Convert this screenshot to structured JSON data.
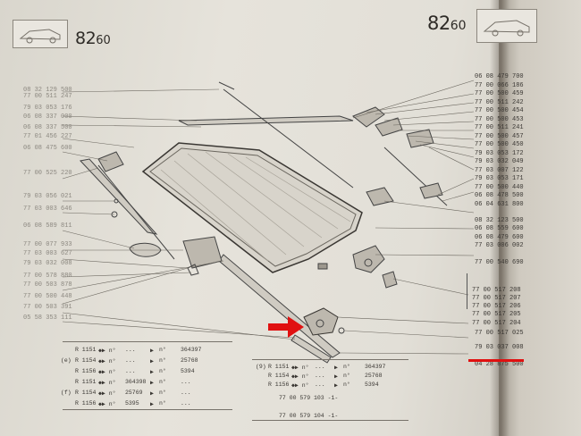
{
  "page": {
    "left_page_number_main": "82",
    "left_page_number_sub": "60",
    "right_page_number_main": "82",
    "right_page_number_sub": "60"
  },
  "left_part_numbers": [
    "06 08 479 700",
    "77 00 066 186",
    "77 00 500 459",
    "77 00 511 242",
    "77 00 500 454",
    "77 00 500 453",
    "77 00 511 241",
    "77 00 500 457",
    "77 00 500 450",
    "79 03 053 172",
    "79 03 032 049",
    "77 03 007 122",
    "79 03 053 171",
    "77 00 500 440",
    "06 08 478 500",
    "06 04 631 800",
    "08 32 123 500",
    "06 08 559 600",
    "06 08 479 600",
    "77 03 006 002",
    "77 00 540 690",
    "77 00 517 208",
    "77 00 517 207",
    "77 00 517 206",
    "77 00 517 205",
    "77 00 517 204",
    "77 00 517 025",
    "79 03 037 008",
    "04 28 875 500"
  ],
  "left_column_part_numbers": [
    "08 32 129 500",
    "77 00 511 247",
    "79 03 053 176",
    "06 08 337 000",
    "06 08 337 500",
    "77 01 456 227",
    "06 08 475 600",
    "77 00 525 220",
    "79 03 056 021",
    "77 03 003 646",
    "06 08 589 811",
    "77 00 077 933",
    "77 03 003 627",
    "79 03 032 008",
    "77 00 578 880",
    "77 00 503 878",
    "77 00 500 448",
    "77 00 503 391",
    "05 58 353 111"
  ],
  "left_table": {
    "rows": [
      {
        "prefix": "",
        "model": "R 1151",
        "sym": "◆▶ n°",
        "dots": "...",
        "arrow": "▶",
        "n": "n°",
        "serial": "364397"
      },
      {
        "prefix": "(e)",
        "model": "R 1154",
        "sym": "◆▶ n°",
        "dots": "...",
        "arrow": "▶",
        "n": "n°",
        "serial": "25768"
      },
      {
        "prefix": "",
        "model": "R 1156",
        "sym": "◆▶ n°",
        "dots": "...",
        "arrow": "▶",
        "n": "n°",
        "serial": "5394"
      },
      {
        "prefix": "",
        "model": "R 1151",
        "sym": "◆▶ n°",
        "dots": "364398",
        "arrow": "▶",
        "n": "n°",
        "serial": "..."
      },
      {
        "prefix": "(f)",
        "model": "R 1154",
        "sym": "◆▶ n°",
        "dots": "25769",
        "arrow": "▶",
        "n": "n°",
        "serial": "..."
      },
      {
        "prefix": "",
        "model": "R 1156",
        "sym": "◆▶ n°",
        "dots": "5395",
        "arrow": "▶",
        "n": "n°",
        "serial": "..."
      }
    ]
  },
  "right_table": {
    "prefix": "(9)",
    "rows": [
      {
        "model": "R 1151",
        "sym": "◆▶ n°",
        "dots": "...",
        "arrow": "▶",
        "n": "n°",
        "serial": "364397"
      },
      {
        "model": "R 1154",
        "sym": "◆▶ n°",
        "dots": "...",
        "arrow": "▶",
        "n": "n°",
        "serial": "25768"
      },
      {
        "model": "R 1156",
        "sym": "◆▶ n°",
        "dots": "...",
        "arrow": "▶",
        "n": "n°",
        "serial": "5394"
      }
    ],
    "part_a": "77 00 579 103 -1-",
    "part_b": "77 00 579 104 -1-"
  },
  "colors": {
    "highlight_red": "#e01010",
    "ink": "#3a3733"
  }
}
